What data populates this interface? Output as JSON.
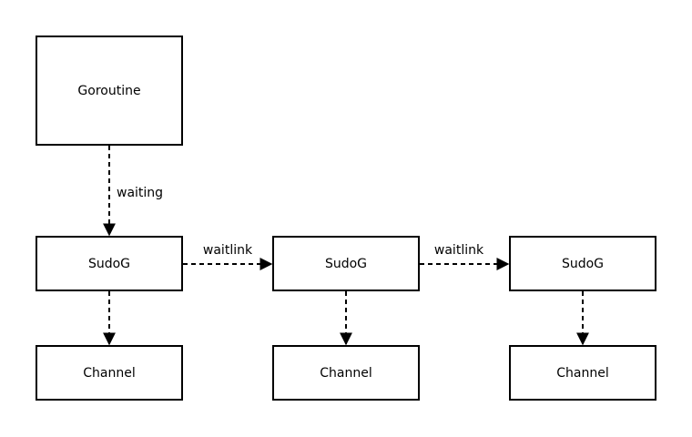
{
  "diagram": {
    "nodes": {
      "goroutine": "Goroutine",
      "sudog1": "SudoG",
      "sudog2": "SudoG",
      "sudog3": "SudoG",
      "channel1": "Channel",
      "channel2": "Channel",
      "channel3": "Channel"
    },
    "edges": {
      "goroutine_to_sudog": "waiting",
      "sudog1_to_sudog2": "waitlink",
      "sudog2_to_sudog3": "waitlink"
    }
  },
  "colors": {
    "stroke": "#000000",
    "background": "#ffffff"
  }
}
